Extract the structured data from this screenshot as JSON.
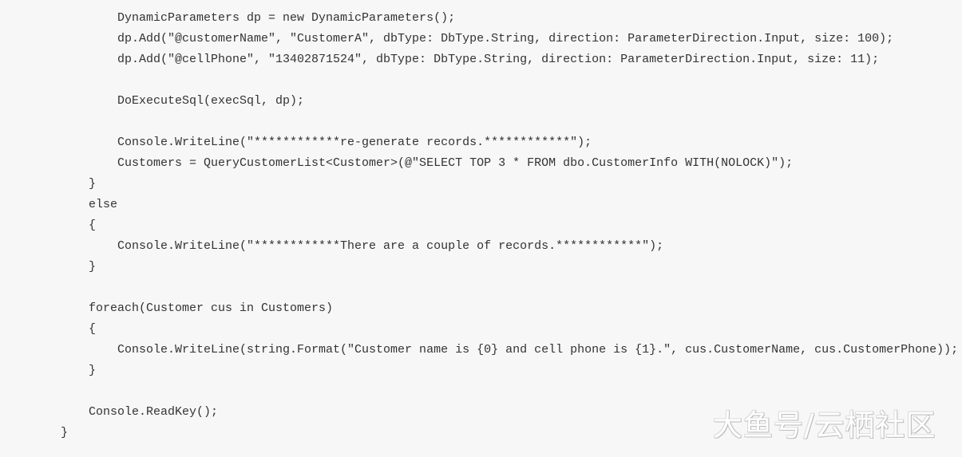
{
  "code_lines": [
    {
      "indent": 3,
      "text": "DynamicParameters dp = new DynamicParameters();"
    },
    {
      "indent": 3,
      "text": "dp.Add(\"@customerName\", \"CustomerA\", dbType: DbType.String, direction: ParameterDirection.Input, size: 100);"
    },
    {
      "indent": 3,
      "text": "dp.Add(\"@cellPhone\", \"13402871524\", dbType: DbType.String, direction: ParameterDirection.Input, size: 11);"
    },
    {
      "indent": 3,
      "text": ""
    },
    {
      "indent": 3,
      "text": "DoExecuteSql(execSql, dp);"
    },
    {
      "indent": 3,
      "text": ""
    },
    {
      "indent": 3,
      "text": "Console.WriteLine(\"************re-generate records.************\");"
    },
    {
      "indent": 3,
      "text": "Customers = QueryCustomerList<Customer>(@\"SELECT TOP 3 * FROM dbo.CustomerInfo WITH(NOLOCK)\");"
    },
    {
      "indent": 2,
      "text": "}"
    },
    {
      "indent": 2,
      "text": "else"
    },
    {
      "indent": 2,
      "text": "{"
    },
    {
      "indent": 3,
      "text": "Console.WriteLine(\"************There are a couple of records.************\");"
    },
    {
      "indent": 2,
      "text": "}"
    },
    {
      "indent": 2,
      "text": ""
    },
    {
      "indent": 2,
      "text": "foreach(Customer cus in Customers)"
    },
    {
      "indent": 2,
      "text": "{"
    },
    {
      "indent": 3,
      "text": "Console.WriteLine(string.Format(\"Customer name is {0} and cell phone is {1}.\", cus.CustomerName, cus.CustomerPhone));"
    },
    {
      "indent": 2,
      "text": "}"
    },
    {
      "indent": 2,
      "text": ""
    },
    {
      "indent": 2,
      "text": "Console.ReadKey();"
    },
    {
      "indent": 1,
      "text": "}"
    }
  ],
  "watermark": "大鱼号/云栖社区"
}
